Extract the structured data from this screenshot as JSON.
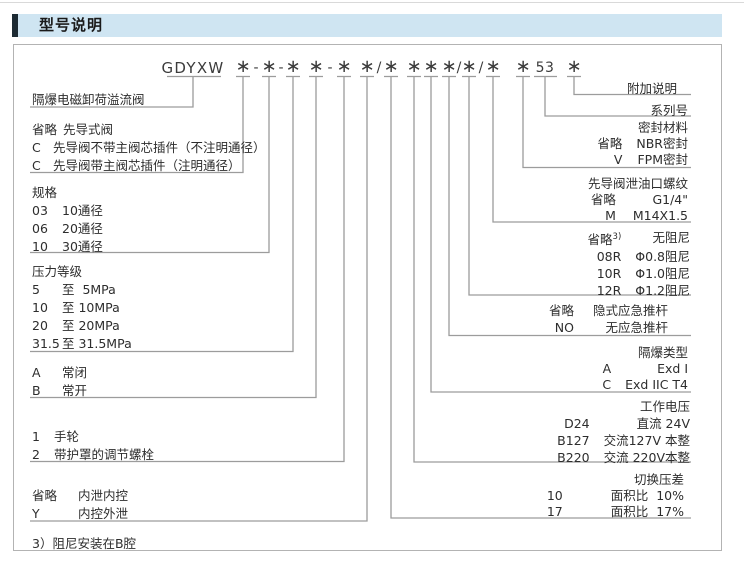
{
  "page": {
    "title": "型号说明",
    "note3": "3）阻尼安装在B腔"
  },
  "code": {
    "prefix": "GDYXW",
    "star": "∗",
    "dash": "-",
    "slash": "/",
    "series": "53"
  },
  "groups": {
    "valve": {
      "label": "隔爆电磁卸荷溢流阀"
    },
    "pilot": {
      "rows": [
        [
          "省略",
          "先导式阀"
        ],
        [
          "C",
          "先导阀不带主阀芯插件（不注明通径）"
        ],
        [
          "C",
          "先导阀带主阀芯插件（注明通径）"
        ]
      ]
    },
    "size": {
      "title": "规格",
      "rows": [
        [
          "03",
          "10通径"
        ],
        [
          "06",
          "20通径"
        ],
        [
          "10",
          "30通径"
        ]
      ]
    },
    "pressure": {
      "title": "压力等级",
      "rows": [
        [
          "5",
          "至  5MPa"
        ],
        [
          "10",
          "至 10MPa"
        ],
        [
          "20",
          "至 20MPa"
        ],
        [
          "31.5",
          "至 31.5MPa"
        ]
      ]
    },
    "state": {
      "rows": [
        [
          "A",
          "常闭"
        ],
        [
          "B",
          "常开"
        ]
      ]
    },
    "adjust": {
      "rows": [
        [
          "1",
          "手轮"
        ],
        [
          "2",
          "带护罩的调节螺栓"
        ]
      ]
    },
    "drain": {
      "rows": [
        [
          "省略",
          "内泄内控"
        ],
        [
          "Y",
          "内控外泄"
        ]
      ]
    },
    "extra": {
      "title": "附加说明"
    },
    "series_no": {
      "title": "系列号"
    },
    "seal": {
      "title": "密封材料",
      "rows": [
        [
          "省略",
          "NBR密封"
        ],
        [
          "V",
          "FPM密封"
        ]
      ]
    },
    "thread": {
      "title": "先导阀泄油口螺纹",
      "rows": [
        [
          "省略",
          "G1/4\""
        ],
        [
          "M",
          "M14X1.5"
        ]
      ]
    },
    "damping": {
      "sup": "3)",
      "rows": [
        [
          "省略",
          "无阻尼"
        ],
        [
          "08R",
          "Φ0.8阻尼"
        ],
        [
          "10R",
          "Φ1.0阻尼"
        ],
        [
          "12R",
          "Φ1.2阻尼"
        ]
      ]
    },
    "pushrod": {
      "rows": [
        [
          "省略",
          "隐式应急推杆"
        ],
        [
          "NO",
          "无应急推杆"
        ]
      ]
    },
    "exproof": {
      "title": "隔爆类型",
      "rows": [
        [
          "A",
          "Exd I"
        ],
        [
          "C",
          "Exd IIC T4"
        ]
      ]
    },
    "voltage": {
      "title": "工作电压",
      "rows": [
        [
          "D24",
          "直流 24V"
        ],
        [
          "B127",
          "交流127V 本整"
        ],
        [
          "B220",
          "交流 220V本整"
        ]
      ]
    },
    "pdiff": {
      "title": "切换压差",
      "rows": [
        [
          "10",
          "面积比  10%"
        ],
        [
          "17",
          "面积比  17%"
        ]
      ]
    }
  }
}
